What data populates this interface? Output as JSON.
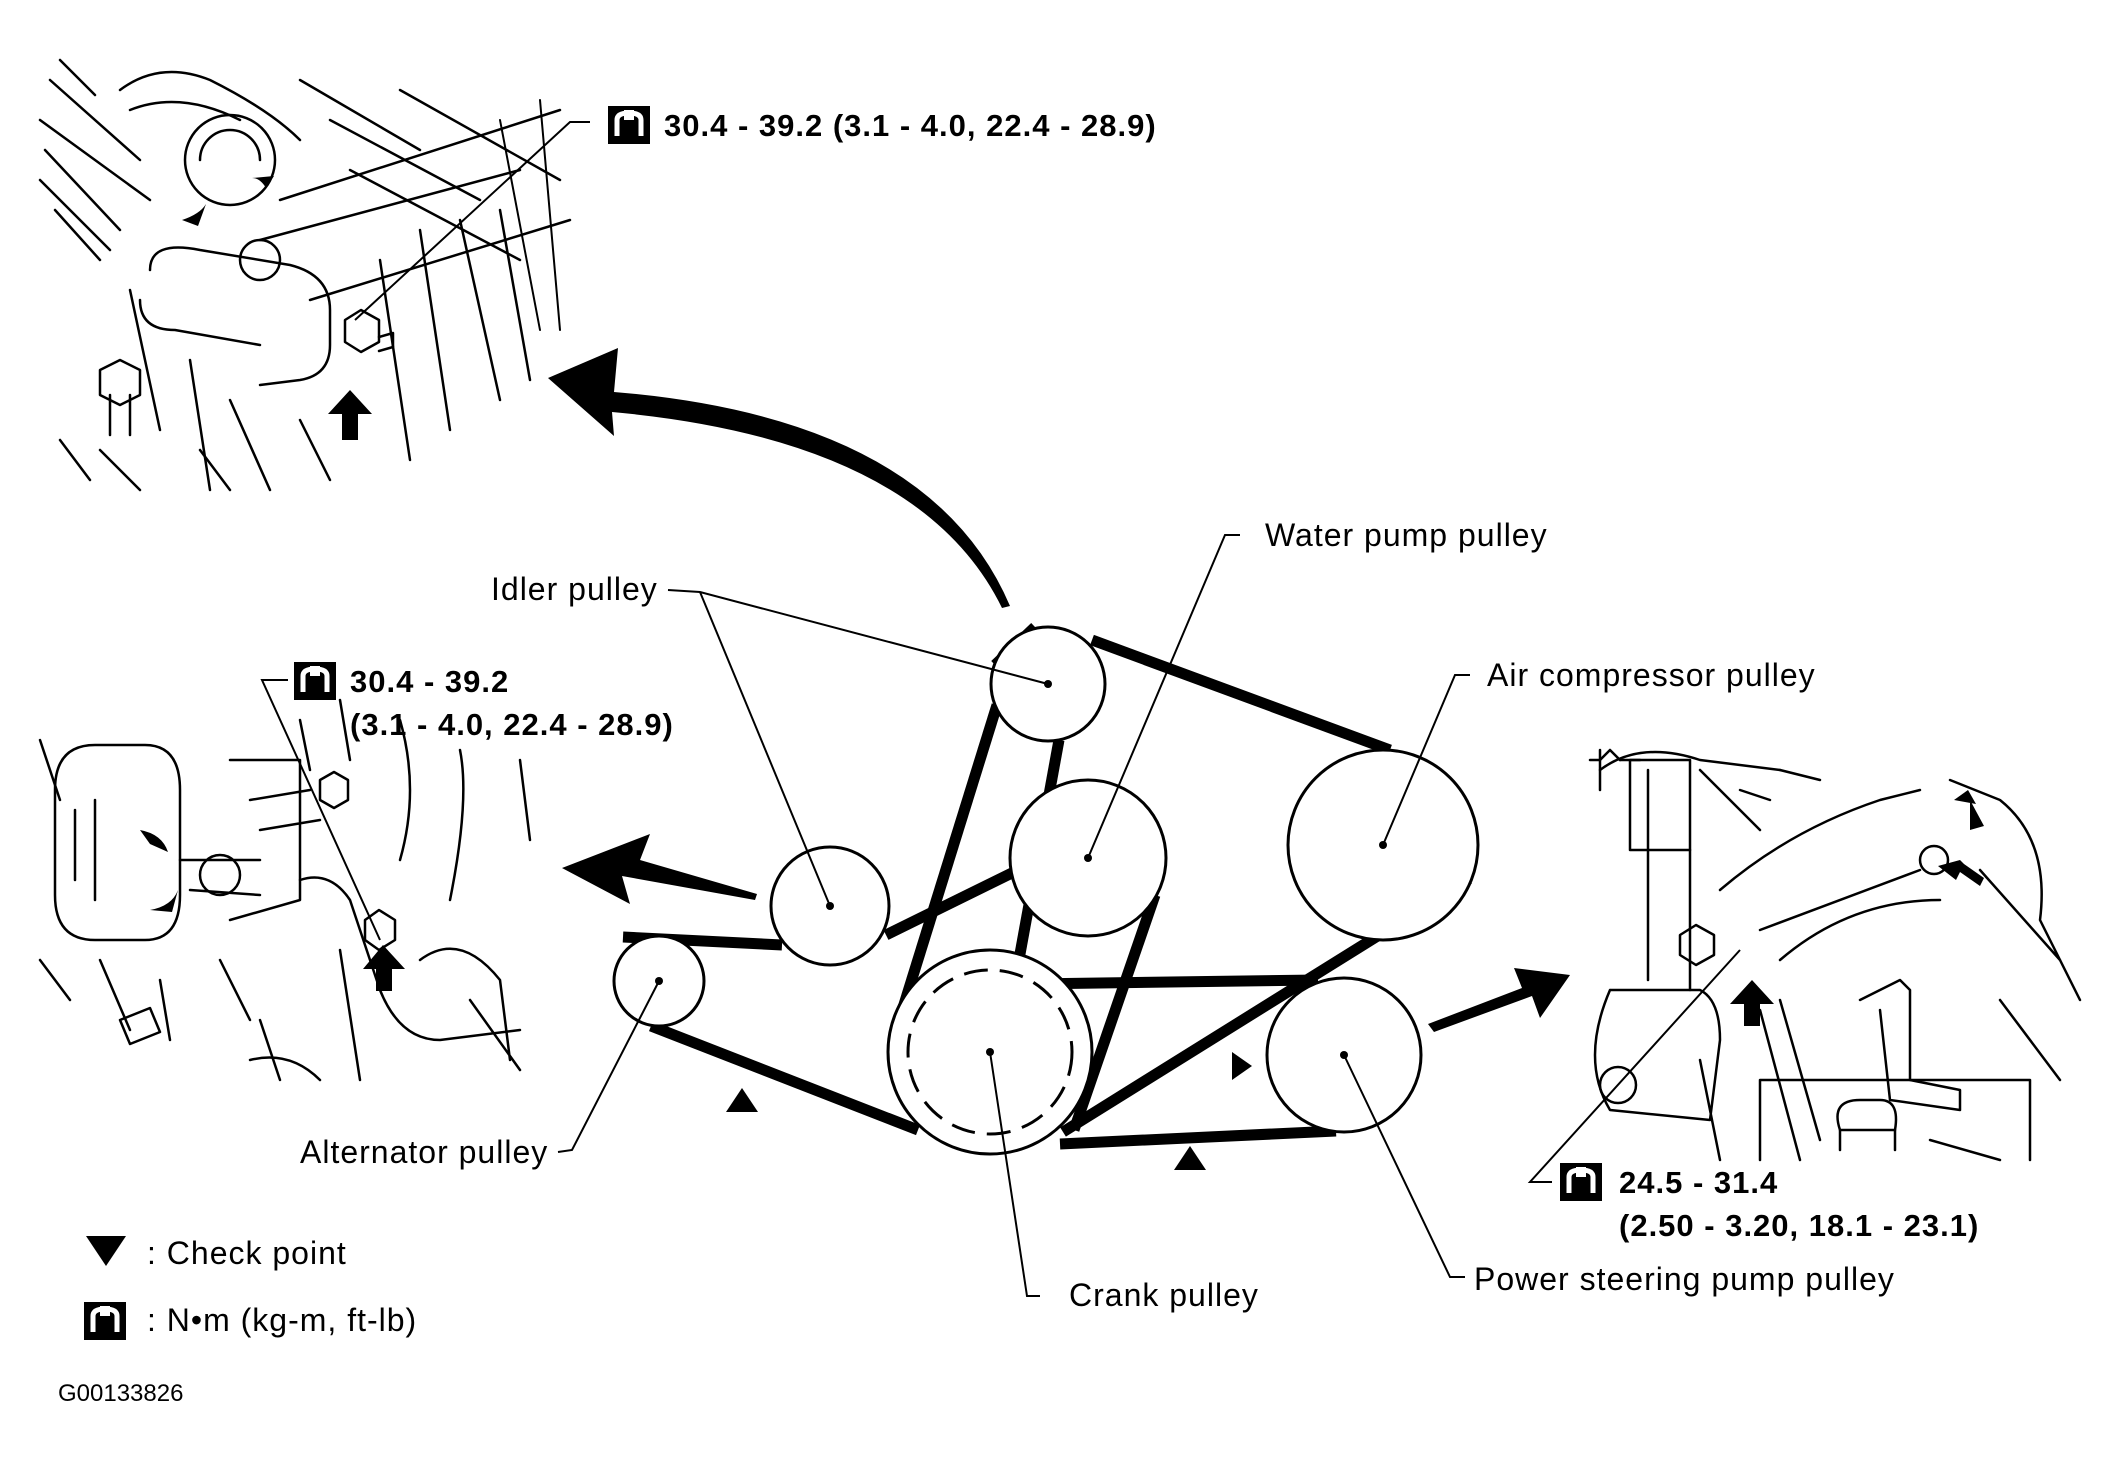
{
  "labels": {
    "water_pump": "Water pump pulley",
    "idler": "Idler pulley",
    "air_compressor": "Air compressor pulley",
    "alternator": "Alternator pulley",
    "crank": "Crank pulley",
    "power_steering": "Power steering pump pulley"
  },
  "torque": {
    "top": "30.4 - 39.2 (3.1 - 4.0, 22.4 - 28.9)",
    "left_line1": "30.4 - 39.2",
    "left_line2": "(3.1 - 4.0, 22.4 - 28.9)",
    "right_line1": "24.5 - 31.4",
    "right_line2": "(2.50 - 3.20, 18.1 - 23.1)"
  },
  "legend": {
    "check_point": ": Check point",
    "unit": ": N•m (kg-m, ft-lb)"
  },
  "figure_id": "G00133826",
  "icons": [
    "torque-wrench-icon",
    "check-point-triangle-icon"
  ]
}
